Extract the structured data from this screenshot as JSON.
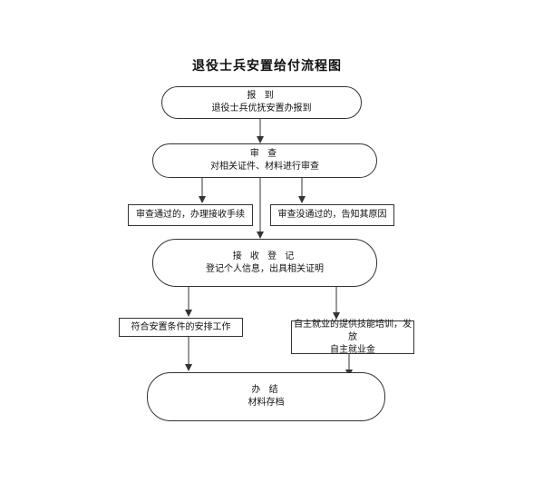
{
  "title": "退役士兵安置给付流程图",
  "nodes": {
    "report": {
      "title": "报 到",
      "subtitle": "退役士兵优抚安置办报到"
    },
    "review": {
      "title": "审 查",
      "subtitle": "对相关证件、材料进行审查"
    },
    "review_pass": {
      "text": "审查通过的，办理接收手续"
    },
    "review_fail": {
      "text": "审查没通过的，告知其原因"
    },
    "register": {
      "title": "接 收 登 记",
      "subtitle": "登记个人信息，出具相关证明"
    },
    "placement": {
      "text": "符合安置条件的安排工作"
    },
    "self_employment": {
      "line1": "自主就业的提供技能培训，发放",
      "line2": "自主就业金"
    },
    "complete": {
      "title": "办 结",
      "subtitle": "材料存档"
    }
  },
  "colors": {
    "line": "#333333",
    "background": "#ffffff",
    "text": "#111111"
  }
}
